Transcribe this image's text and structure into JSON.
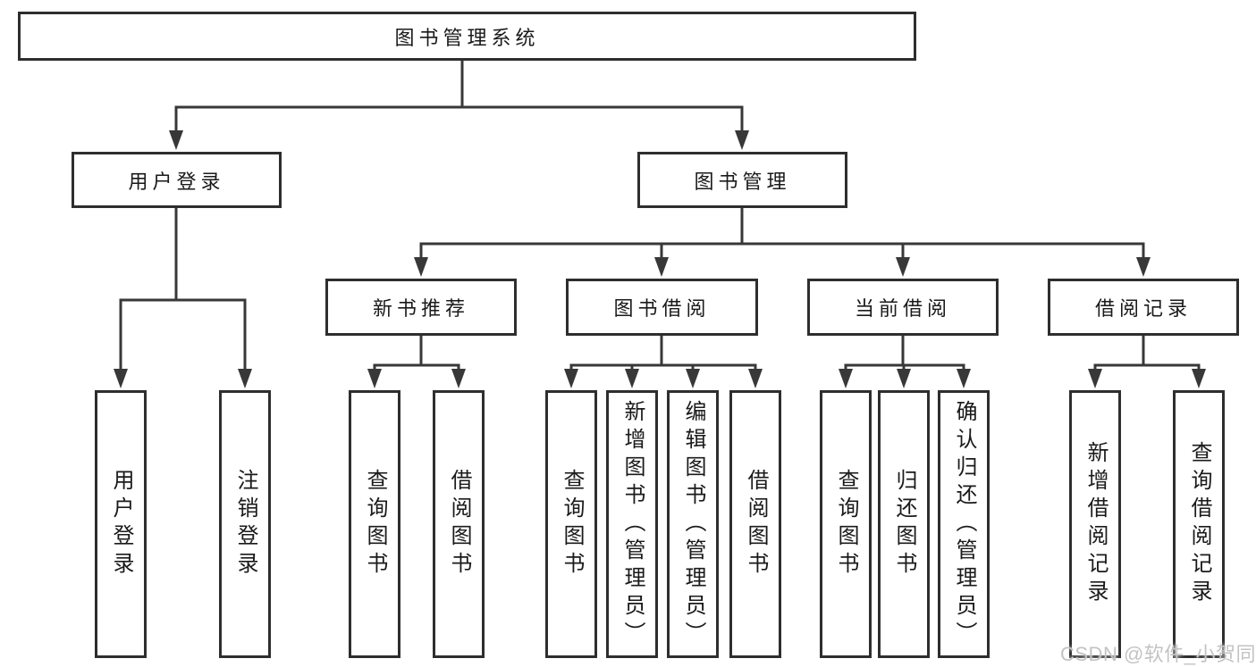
{
  "tree": {
    "label": "图书管理系统",
    "children": [
      {
        "label": "用户登录",
        "children": [
          {
            "label": "用户登录"
          },
          {
            "label": "注销登录"
          }
        ]
      },
      {
        "label": "图书管理",
        "children": [
          {
            "label": "新书推荐",
            "children": [
              {
                "label": "查询图书"
              },
              {
                "label": "借阅图书"
              }
            ]
          },
          {
            "label": "图书借阅",
            "children": [
              {
                "label": "查询图书"
              },
              {
                "label": "新增图书（管理员）"
              },
              {
                "label": "编辑图书（管理员）"
              },
              {
                "label": "借阅图书"
              }
            ]
          },
          {
            "label": "当前借阅",
            "children": [
              {
                "label": "查询图书"
              },
              {
                "label": "归还图书"
              },
              {
                "label": "确认归还（管理员）"
              }
            ]
          },
          {
            "label": "借阅记录",
            "children": [
              {
                "label": "新增借阅记录"
              },
              {
                "label": "查询借阅记录"
              }
            ]
          }
        ]
      }
    ]
  },
  "watermark": {
    "text": "CSDN @软件_小贺同学"
  },
  "colors": {
    "line": "#383838",
    "box_border": "#2e2e2e",
    "text": "#1a1a1a",
    "watermark": "#c3c3c3",
    "background": "#ffffff"
  }
}
